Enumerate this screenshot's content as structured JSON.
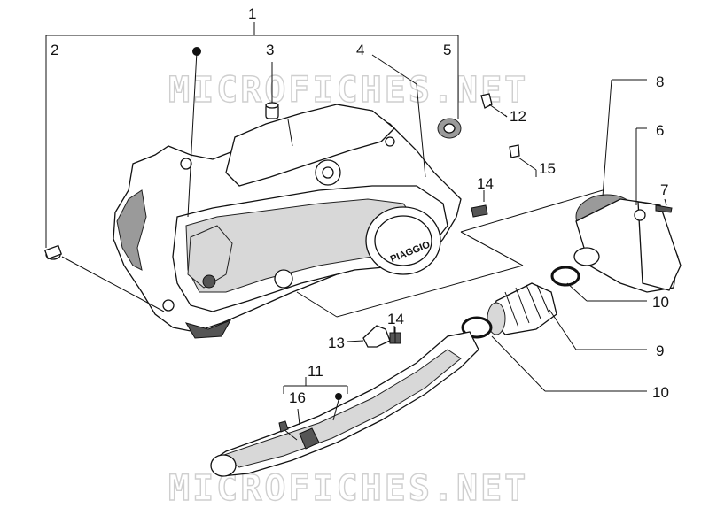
{
  "watermark": {
    "text": "MICROFICHES.NET"
  },
  "brand": {
    "logo_text": "PIAGGIO"
  },
  "callouts": [
    {
      "id": "1",
      "label": "1"
    },
    {
      "id": "2",
      "label": "2"
    },
    {
      "id": "3",
      "label": "3"
    },
    {
      "id": "4",
      "label": "4"
    },
    {
      "id": "5",
      "label": "5"
    },
    {
      "id": "6",
      "label": "6"
    },
    {
      "id": "7",
      "label": "7"
    },
    {
      "id": "8",
      "label": "8"
    },
    {
      "id": "9",
      "label": "9"
    },
    {
      "id": "10a",
      "label": "10"
    },
    {
      "id": "10b",
      "label": "10"
    },
    {
      "id": "11",
      "label": "11"
    },
    {
      "id": "12",
      "label": "12"
    },
    {
      "id": "13",
      "label": "13"
    },
    {
      "id": "14a",
      "label": "14"
    },
    {
      "id": "14b",
      "label": "14"
    },
    {
      "id": "15",
      "label": "15"
    },
    {
      "id": "16",
      "label": "16"
    }
  ]
}
